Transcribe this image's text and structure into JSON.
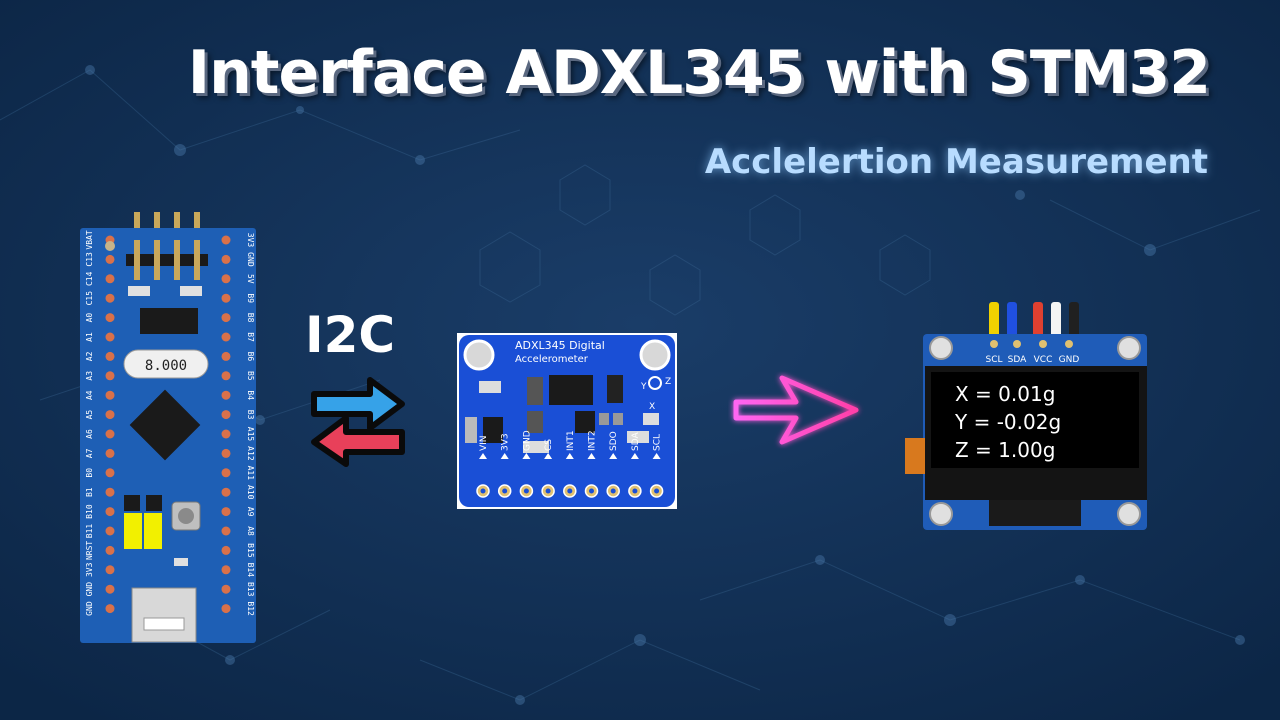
{
  "title": "Interface ADXL345 with STM32",
  "subtitle": "Acclelertion Measurement",
  "protocol_label": "I2C",
  "stm32_board": {
    "crystal_label": "8.000",
    "left_pins": [
      "VBAT",
      "C13",
      "C14",
      "C15",
      "A0",
      "A1",
      "A2",
      "A3",
      "A4",
      "A5",
      "A6",
      "A7",
      "B0",
      "B1",
      "B10",
      "B11",
      "NRST",
      "3V3",
      "GND",
      "GND"
    ],
    "right_pins": [
      "3V3",
      "GND",
      "5V",
      "B9",
      "B8",
      "B7",
      "B6",
      "B5",
      "B4",
      "B3",
      "A15",
      "A12",
      "A11",
      "A10",
      "A9",
      "A8",
      "B15",
      "B14",
      "B13",
      "B12"
    ]
  },
  "adxl_module": {
    "name_line1": "ADXL345 Digital",
    "name_line2": "Accelerometer",
    "pins": [
      "VIN",
      "3V3",
      "GND",
      "CS",
      "INT1",
      "INT2",
      "SDO",
      "SDA",
      "SCL"
    ],
    "axis_labels": {
      "x": "X",
      "y": "Y",
      "z": "Z"
    }
  },
  "oled_module": {
    "pins": [
      "SCL",
      "SDA",
      "VCC",
      "GND"
    ],
    "readings": {
      "x": "X = 0.01g",
      "y": "Y = -0.02g",
      "z": "Z = 1.00g"
    }
  },
  "colors": {
    "background": "#0f2d52",
    "board_blue": "#1e5fb5",
    "adxl_blue": "#1a4fd6",
    "arrow_right": "#36a2e8",
    "arrow_left": "#e8405a",
    "neon_arrow": "#ff4fe0"
  }
}
